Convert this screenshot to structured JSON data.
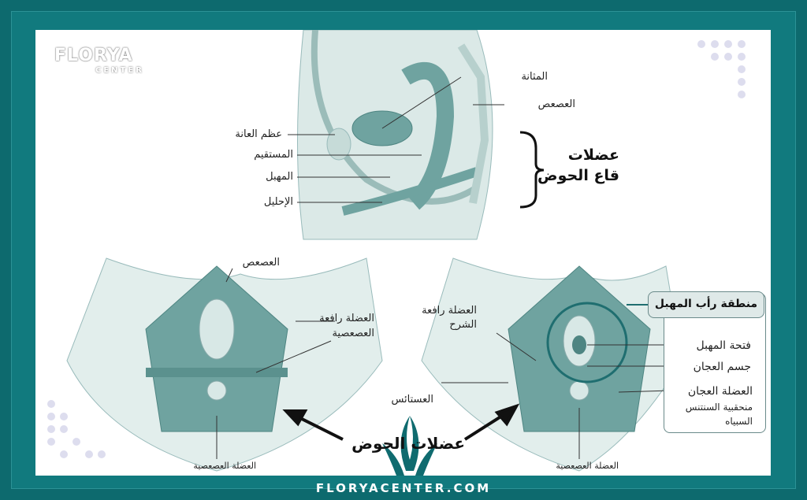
{
  "logo": {
    "name": "FLORYA",
    "sub": "CENTER"
  },
  "footer": {
    "site": "FLORYACENTER.COM"
  },
  "colors": {
    "frame": "#117a7e",
    "muscle": "#6fa3a0",
    "tissue": "#d8e8e6",
    "highlight": "#1f6e70"
  },
  "sagittal": {
    "labels": {
      "bladder": "المثانة",
      "coccyx": "العصعص",
      "pubic_bone": "عظم العانة",
      "rectum": "المستقيم",
      "vagina": "المهبل",
      "urethra": "الإحليل"
    },
    "group_title_1": "عضلات",
    "group_title_2": "قاع الحوض"
  },
  "left_view": {
    "coccyx": "العصعص",
    "levator_1": "العضلة رافعة",
    "levator_2": "العصعصية",
    "coccygeus": "العضلة العصعصية"
  },
  "right_view": {
    "levator_1": "العضلة رافعة",
    "levator_2": "الشرح",
    "box_title": "منطقة رأب المهبل",
    "vaginal_opening": "فتحة المهبل",
    "perineal_body": "جسم العجان",
    "perineal_muscle": "العضلة العجان",
    "sphincter_1": "منحقبية السنتنس",
    "sphincter_2": "السبياه",
    "anus": "العستائس",
    "coccygeus": "العضلة العصعصية"
  },
  "center_title": "عضلات الحوض"
}
